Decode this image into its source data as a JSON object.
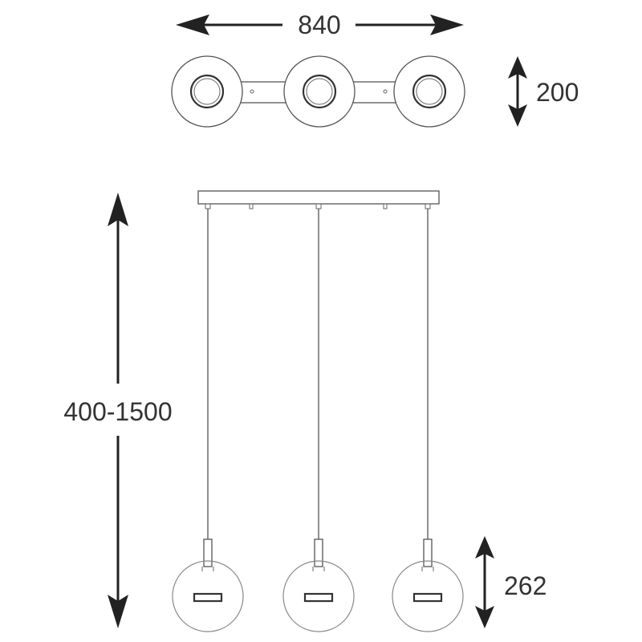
{
  "dimensions": {
    "width": "840",
    "depth": "200",
    "height_range": "400-1500",
    "shade_height": "262"
  },
  "colors": {
    "line": "#555555",
    "dimension": "#222222",
    "text": "#333333"
  }
}
